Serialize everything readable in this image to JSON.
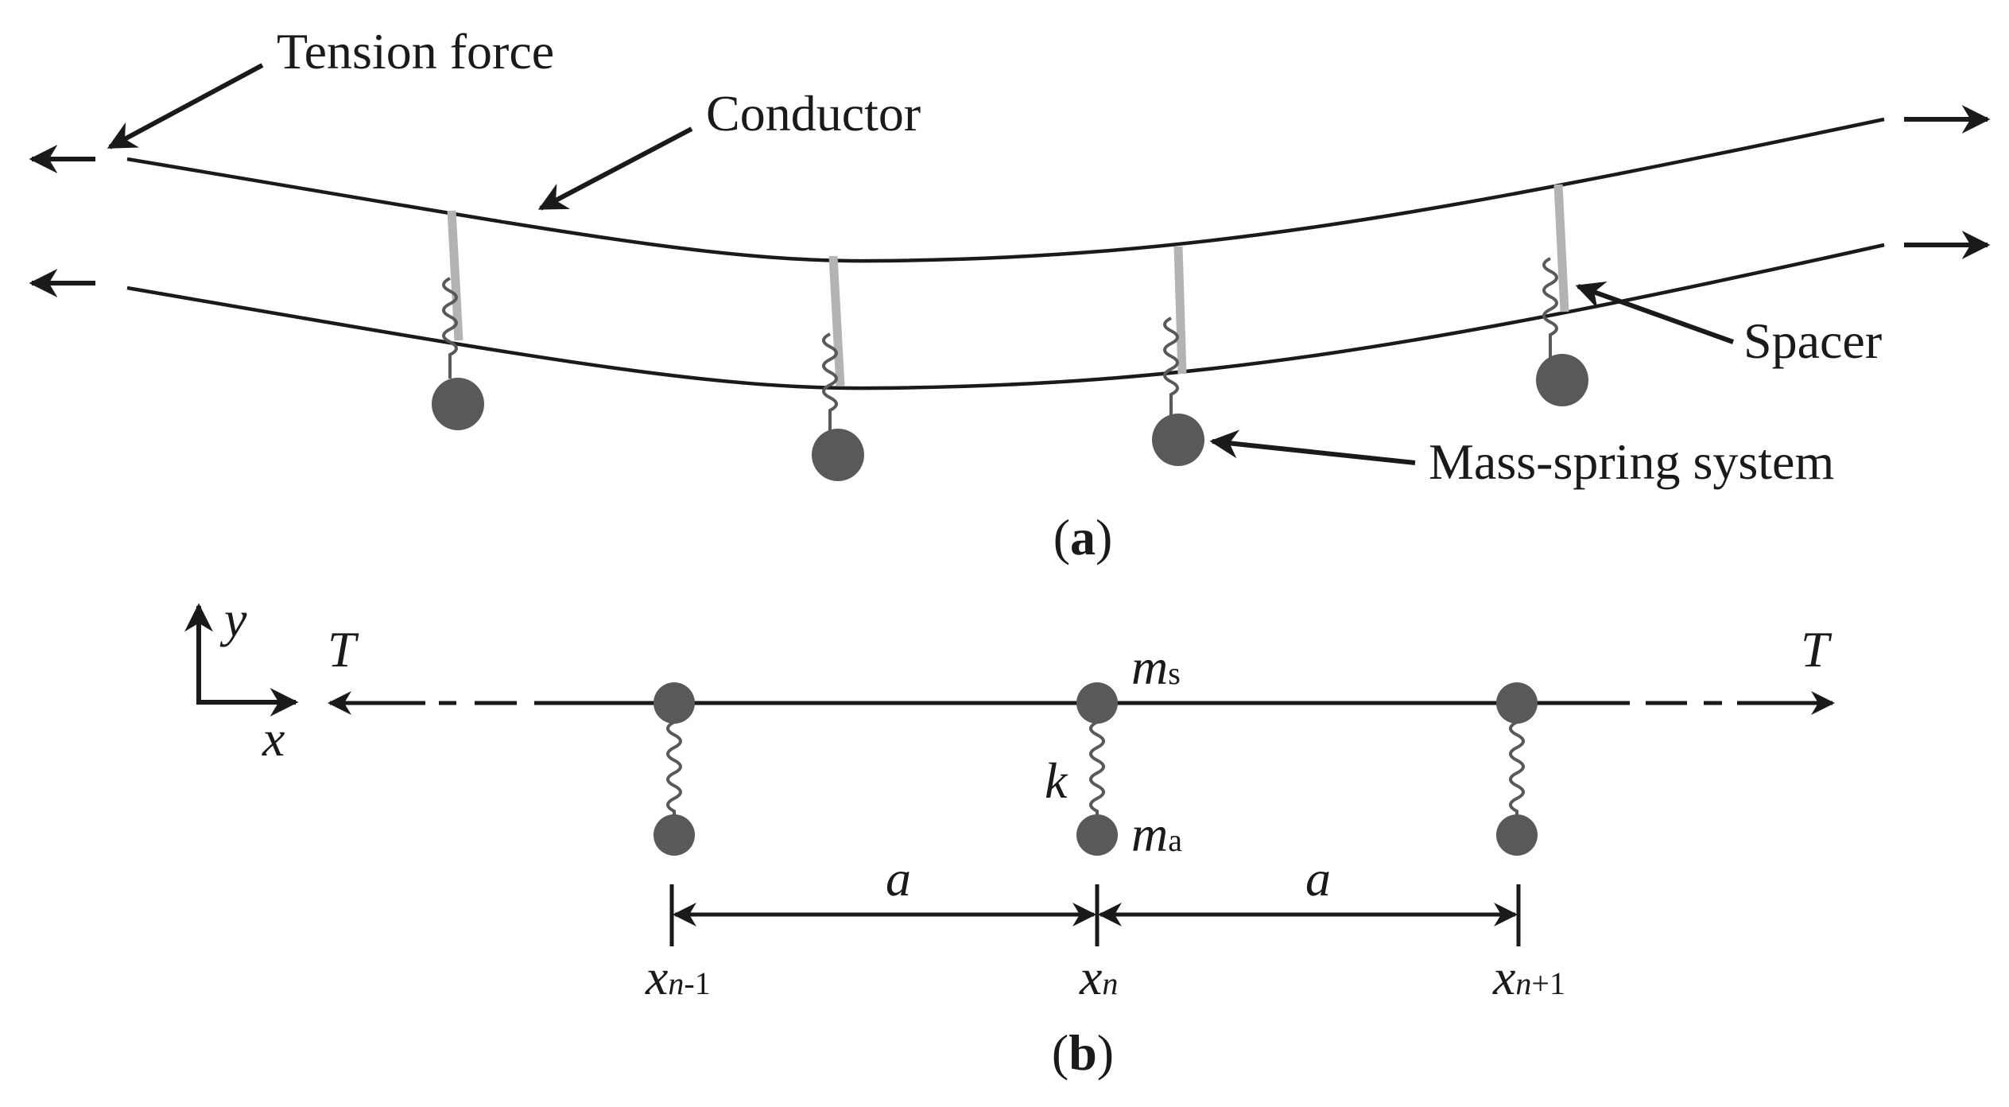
{
  "panel_a": {
    "tag": "a",
    "labels": {
      "tension_force": "Tension force",
      "conductor": "Conductor",
      "spacer": "Spacer",
      "mass_spring": "Mass-spring system"
    }
  },
  "panel_b": {
    "tag": "b",
    "axis_x": "x",
    "axis_y": "y",
    "tension_left": "T",
    "tension_right": "T",
    "mass_s": {
      "base": "m",
      "sub": "s"
    },
    "mass_a": {
      "base": "m",
      "sub": "a"
    },
    "spring": "k",
    "spacing_left": "a",
    "spacing_right": "a",
    "x_left": {
      "base": "x",
      "sub_var": "n",
      "sub_rest": "-1"
    },
    "x_mid": {
      "base": "x",
      "sub_var": "n"
    },
    "x_right": {
      "base": "x",
      "sub_var": "n",
      "sub_rest": "+1"
    }
  },
  "colors": {
    "line": "#1a1a1a",
    "mass": "#595959",
    "spacer": "#b3b3b3",
    "spring": "#595959"
  }
}
